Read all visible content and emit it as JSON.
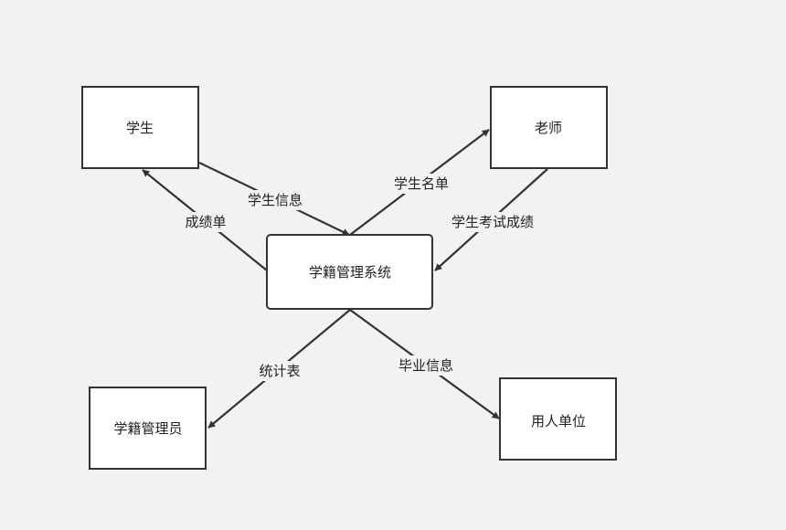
{
  "colors": {
    "background": "#f2f2f2",
    "node_fill": "#ffffff",
    "stroke": "#333333",
    "text": "#222222"
  },
  "nodes": {
    "student": "学生",
    "teacher": "老师",
    "system": "学籍管理系统",
    "admin": "学籍管理员",
    "employer": "用人单位"
  },
  "edges": {
    "student_info": "学生信息",
    "report_card": "成绩单",
    "student_list": "学生名单",
    "exam_scores": "学生考试成绩",
    "statistics": "统计表",
    "graduation_info": "毕业信息"
  }
}
